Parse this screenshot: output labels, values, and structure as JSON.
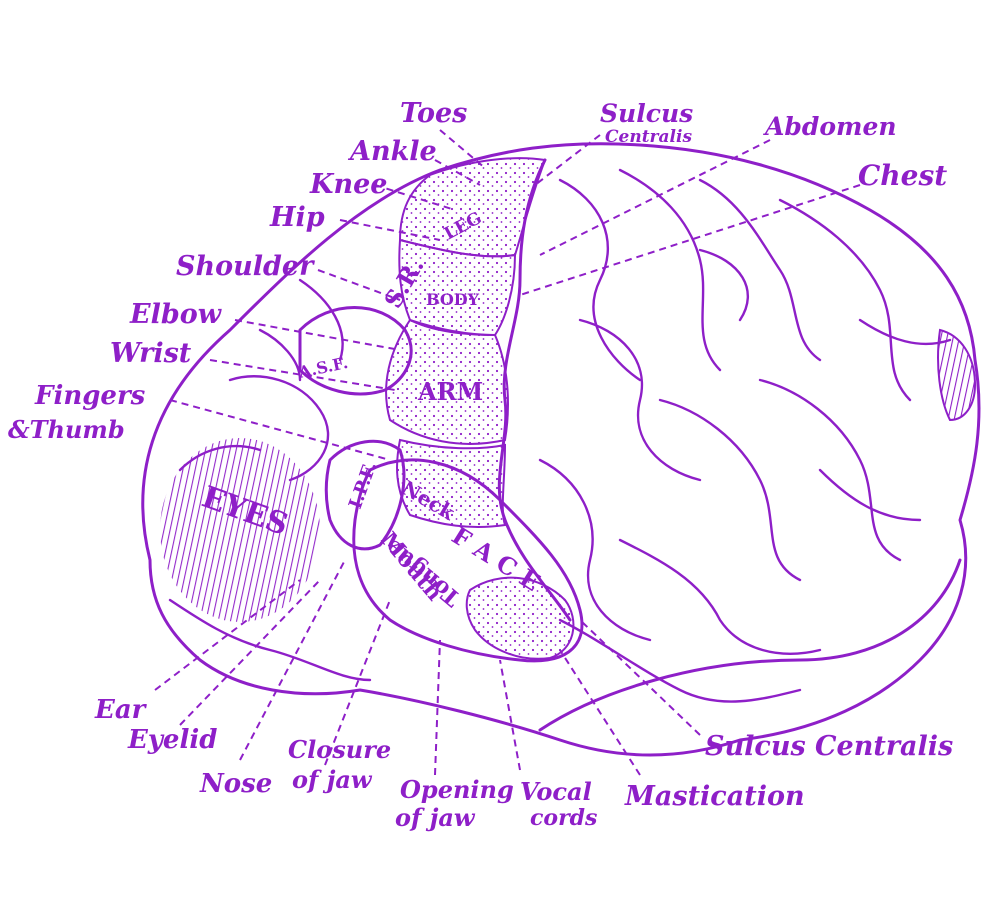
{
  "colors": {
    "ink": "#8e1fc8",
    "background": "#ffffff"
  },
  "labels": {
    "toes": "Toes",
    "ankle": "Ankle",
    "knee": "Knee",
    "hip": "Hip",
    "shoulder": "Shoulder",
    "elbow": "Elbow",
    "wrist": "Wrist",
    "fingers": "Fingers",
    "thumb": "&Thumb",
    "sulcus_top_1": "Sulcus",
    "sulcus_top_2": "Centralis",
    "abdomen": "Abdomen",
    "chest": "Chest",
    "ear": "Ear",
    "eyelid": "Eyelid",
    "nose": "Nose",
    "closure_1": "Closure",
    "closure_2": "of jaw",
    "opening_1": "Opening",
    "opening_2": "of jaw",
    "vocal_1": "Vocal",
    "vocal_2": "cords",
    "mastication": "Mastication",
    "sulcus_bottom": "Sulcus Centralis"
  },
  "regions": {
    "leg": "LEG",
    "sr": "S.R.",
    "body": "BODY",
    "asf": "A.S.F.",
    "arm": "ARM",
    "ipf": "I.P.F.",
    "neck": "Neck",
    "eyes": "EYES",
    "face": "F A C E",
    "mouth": "Mouth",
    "tongue": "Tongue"
  }
}
